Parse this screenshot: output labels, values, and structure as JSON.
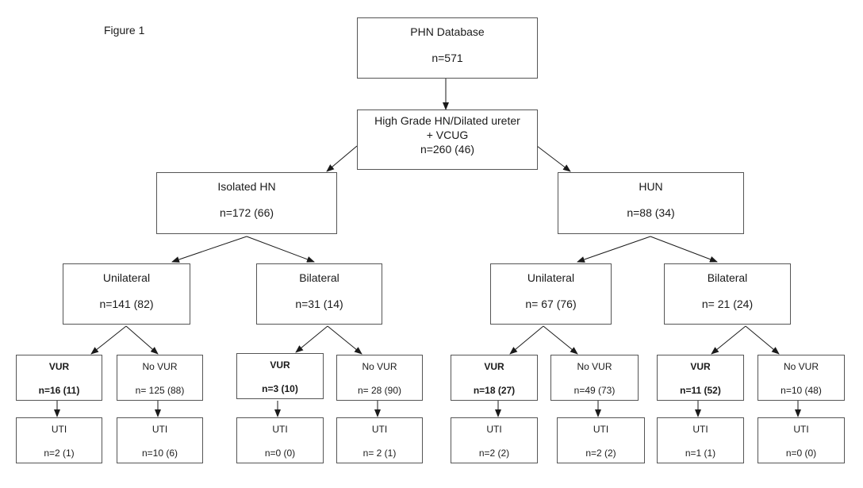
{
  "figure_label": "Figure 1",
  "nodes": {
    "root": {
      "title": "PHN Database",
      "n": "n=571"
    },
    "screened": {
      "line1": "High Grade HN/Dilated ureter",
      "line2": "+ VCUG",
      "n": "n=260 (46)"
    },
    "isolated_hn": {
      "title": "Isolated HN",
      "n": "n=172 (66)"
    },
    "hun": {
      "title": "HUN",
      "n": "n=88 (34)"
    },
    "ihn_unilateral": {
      "title": "Unilateral",
      "n": "n=141 (82)"
    },
    "ihn_bilateral": {
      "title": "Bilateral",
      "n": "n=31 (14)"
    },
    "hun_unilateral": {
      "title": "Unilateral",
      "n": "n= 67 (76)"
    },
    "hun_bilateral": {
      "title": "Bilateral",
      "n": "n= 21 (24)"
    },
    "ihn_uni_vur": {
      "title": "VUR",
      "n": "n=16 (11)"
    },
    "ihn_uni_novur": {
      "title": "No VUR",
      "n": "n= 125 (88)"
    },
    "ihn_bi_vur": {
      "title": "VUR",
      "n": "n=3 (10)"
    },
    "ihn_bi_novur": {
      "title": "No VUR",
      "n": "n= 28 (90)"
    },
    "hun_uni_vur": {
      "title": "VUR",
      "n": "n=18 (27)"
    },
    "hun_uni_novur": {
      "title": "No VUR",
      "n": "n=49 (73)"
    },
    "hun_bi_vur": {
      "title": "VUR",
      "n": "n=11 (52)"
    },
    "hun_bi_novur": {
      "title": "No VUR",
      "n": "n=10 (48)"
    },
    "uti_1": {
      "title": "UTI",
      "n": "n=2 (1)"
    },
    "uti_2": {
      "title": "UTI",
      "n": "n=10 (6)"
    },
    "uti_3": {
      "title": "UTI",
      "n": "n=0 (0)"
    },
    "uti_4": {
      "title": "UTI",
      "n": "n= 2 (1)"
    },
    "uti_5": {
      "title": "UTI",
      "n": "n=2 (2)"
    },
    "uti_6": {
      "title": "UTI",
      "n": "n=2 (2)"
    },
    "uti_7": {
      "title": "UTI",
      "n": "n=1 (1)"
    },
    "uti_8": {
      "title": "UTI",
      "n": "n=0 (0)"
    }
  }
}
